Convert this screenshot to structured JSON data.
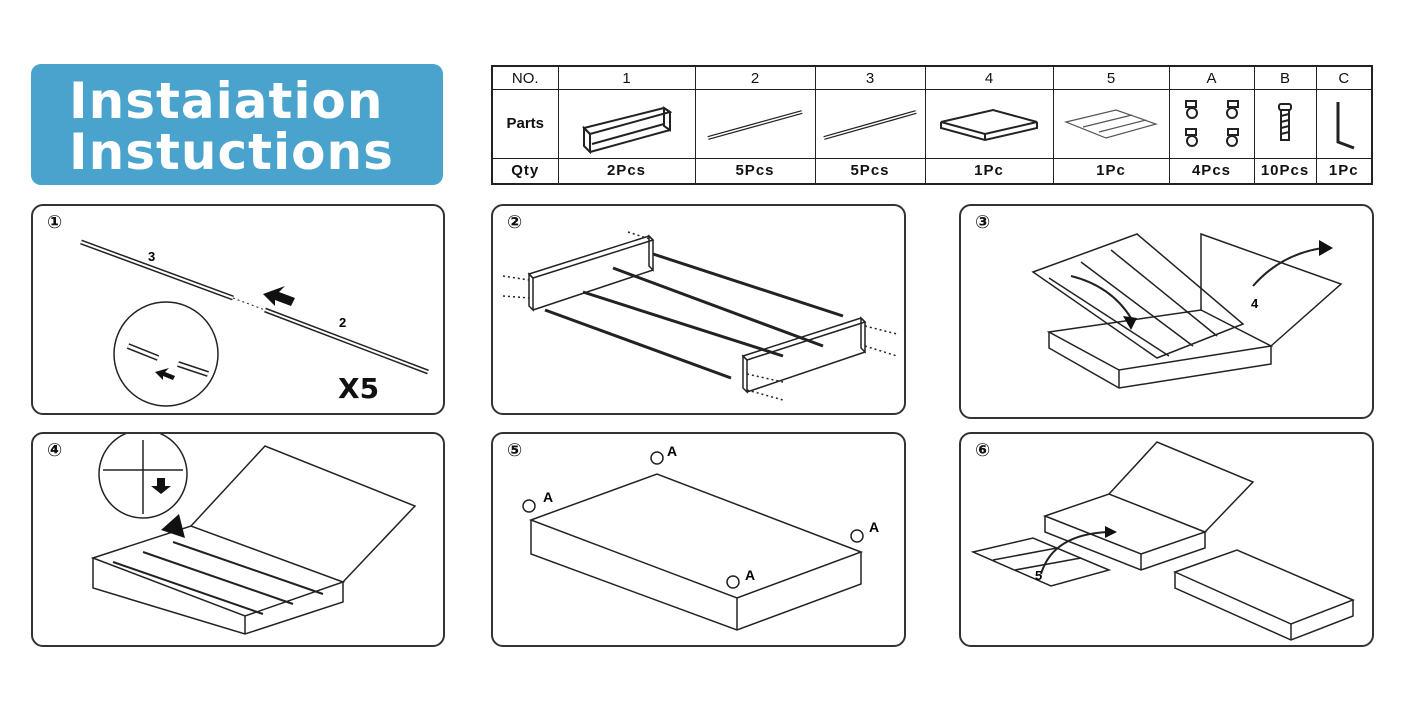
{
  "title": {
    "line1": "Instaiation",
    "line2": "Instuctions"
  },
  "parts_table": {
    "row_labels": {
      "no": "NO.",
      "parts": "Parts",
      "qty": "Qty"
    },
    "columns": [
      {
        "no": "1",
        "qty": "2Pcs",
        "icon": "frame-end-icon"
      },
      {
        "no": "2",
        "qty": "5Pcs",
        "icon": "rod-icon"
      },
      {
        "no": "3",
        "qty": "5Pcs",
        "icon": "rod-icon"
      },
      {
        "no": "4",
        "qty": "1Pc",
        "icon": "lid-box-icon"
      },
      {
        "no": "5",
        "qty": "1Pc",
        "icon": "mat-icon"
      },
      {
        "no": "A",
        "qty": "4Pcs",
        "icon": "caster-wheels-icon"
      },
      {
        "no": "B",
        "qty": "10Pcs",
        "icon": "screw-icon"
      },
      {
        "no": "C",
        "qty": "1Pc",
        "icon": "hex-key-icon"
      }
    ]
  },
  "steps": [
    {
      "number": "①",
      "labels": {
        "rod_a": "3",
        "rod_b": "2"
      },
      "multiplier": "X5"
    },
    {
      "number": "②"
    },
    {
      "number": "③",
      "labels": {
        "part": "4"
      }
    },
    {
      "number": "④"
    },
    {
      "number": "⑤",
      "labels": {
        "caster": "A"
      }
    },
    {
      "number": "⑥",
      "labels": {
        "part": "5"
      }
    }
  ]
}
